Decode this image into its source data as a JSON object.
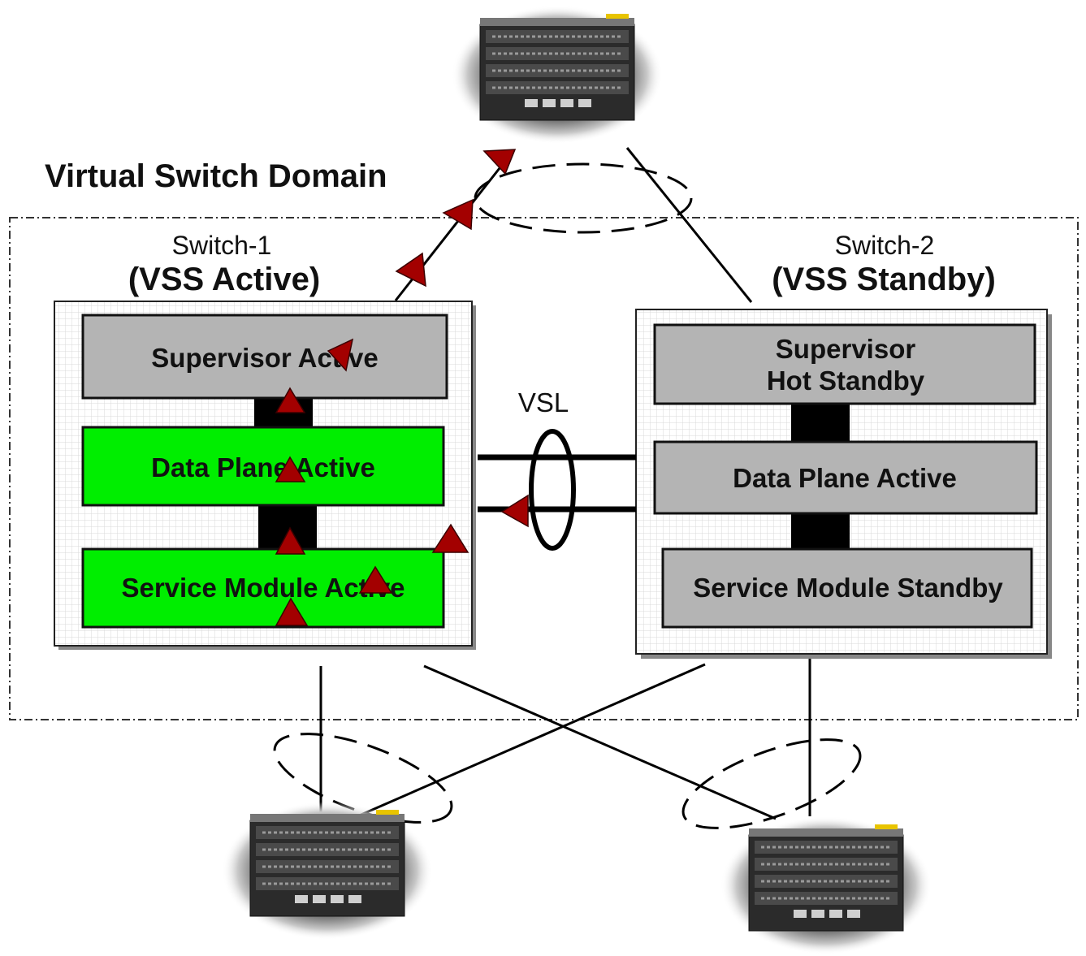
{
  "domain_title": "Virtual Switch Domain",
  "switch1": {
    "name": "Switch-1",
    "role": "(VSS Active)",
    "supervisor": "Supervisor Active",
    "data_plane": "Data Plane Active",
    "service_module": "Service Module Active"
  },
  "switch2": {
    "name": "Switch-2",
    "role": "(VSS Standby)",
    "supervisor_line1": "Supervisor",
    "supervisor_line2": "Hot Standby",
    "data_plane": "Data Plane Active",
    "service_module": "Service Module Standby"
  },
  "vsl_label": "VSL",
  "colors": {
    "active_green": "#00ee00",
    "standby_gray": "#b4b4b4",
    "arrow_red": "#a30000",
    "link_black": "#000000"
  },
  "icons": [
    "switch-chassis-icon",
    "traffic-flow-arrow-icon"
  ]
}
